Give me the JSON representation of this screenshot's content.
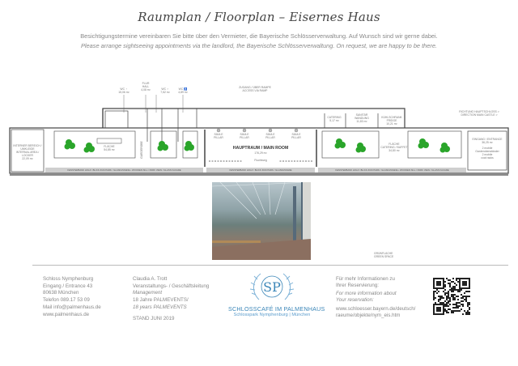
{
  "header": {
    "title": "Raumplan / Floorplan – Eisernes Haus",
    "subtitle_de": "Besichtigungstermine vereinbaren Sie bitte über den Vermieter, die Bayerische Schlösserverwaltung. Auf Wunsch sind wir gerne dabei.",
    "subtitle_en": "Please arrange sightseeing appointments via the landlord, the Bayerische Schlösserverwaltung. On request, we are happy to be there."
  },
  "floorplan": {
    "wc_women": [
      "WC ♀",
      "15,06 m²"
    ],
    "hall": [
      "FLUR",
      "HALL",
      "4,08 m²"
    ],
    "wc_men": [
      "WC ♂",
      "7,52 m²"
    ],
    "wc_accessible": [
      "WC ♿",
      "4,89 m²"
    ],
    "ramp": [
      "ZUGANG / ÜBER RAMPE",
      "ACCESS VIA RAMP"
    ],
    "catering": [
      "CATERING",
      "5,17 m²"
    ],
    "sanitary": [
      "SANITÄR",
      "WANDUNG",
      "11,83 m²"
    ],
    "fridge": [
      "KÜHLSCHRANK",
      "FRIDGE",
      "10,21 m²"
    ],
    "direction": [
      "RICHTUNG HAUPTSCHLOSS >",
      "DIRECTION MAIN CASTLE >"
    ],
    "internal": [
      "INTERNER BEREICH /",
      "UMKLEIDE",
      "INTERNAL AREA /",
      "LOCKER",
      "22,09 m²"
    ],
    "area_left": [
      "FLÄCHE",
      "54,85 m²"
    ],
    "cloakroom": "GARDEROBE",
    "pillar": [
      "SÄULE",
      "PILLAR"
    ],
    "main_room": "HAUPTRAUM / MAIN ROOM",
    "main_room_area": "176,29 m²",
    "escape_route": "Fluchtweg",
    "buffet": [
      "FLÄCHE",
      "CATERING / BUFFET",
      "34,80 m²"
    ],
    "entrance": [
      "EINGANG / ENTRANCE",
      "36,25 m²",
      "2 mobile",
      "Garderobenständer",
      "2 mobile",
      "coat racks"
    ],
    "window_band": "FENSTERBANK HOLZ / BLICK ZUM PARK / GLASFASSADE • WOODEN SILL / PARK VIEW / GLASS FACADE",
    "window_band_short": "FENSTERBANK HOLZ / BLICK ZUM PARK / GLASFASSADE",
    "legend": [
      "GRÜNFLÄCHE",
      "GREEN SPACE"
    ],
    "colors": {
      "green": "#2aa52a",
      "wall": "#444444",
      "band": "#cfcfcf"
    }
  },
  "footer": {
    "address": [
      "Schloss Nymphenburg",
      "Eingang / Entrance 43",
      "80638 München",
      "Telefon 089.17 53 09",
      "Mail info@palmenhaus.de",
      "www.palmenhaus.de"
    ],
    "contact": {
      "name": "Claudia A. Trott",
      "role": "Veranstaltungs- / Geschäftsleitung",
      "role_en": "Management",
      "years_de": "18 Jahre PALMEVENTS/",
      "years_en": "18 years PALMEVENTS",
      "stand": "STAND JUNI 2019"
    },
    "logo": {
      "mono": "SP",
      "line1": "SCHLOSSCAFÉ IM PALMENHAUS",
      "line2": "Schlosspark Nymphenburg | München"
    },
    "info": {
      "de": [
        "Für mehr Informationen zu",
        "Ihrer Reservierung:"
      ],
      "en": [
        "For more information about",
        "Your reservation:"
      ],
      "url": [
        "www.schloesser.bayern.de/deutsch/",
        "raeume/objekte/nym_eis.htm"
      ]
    }
  }
}
